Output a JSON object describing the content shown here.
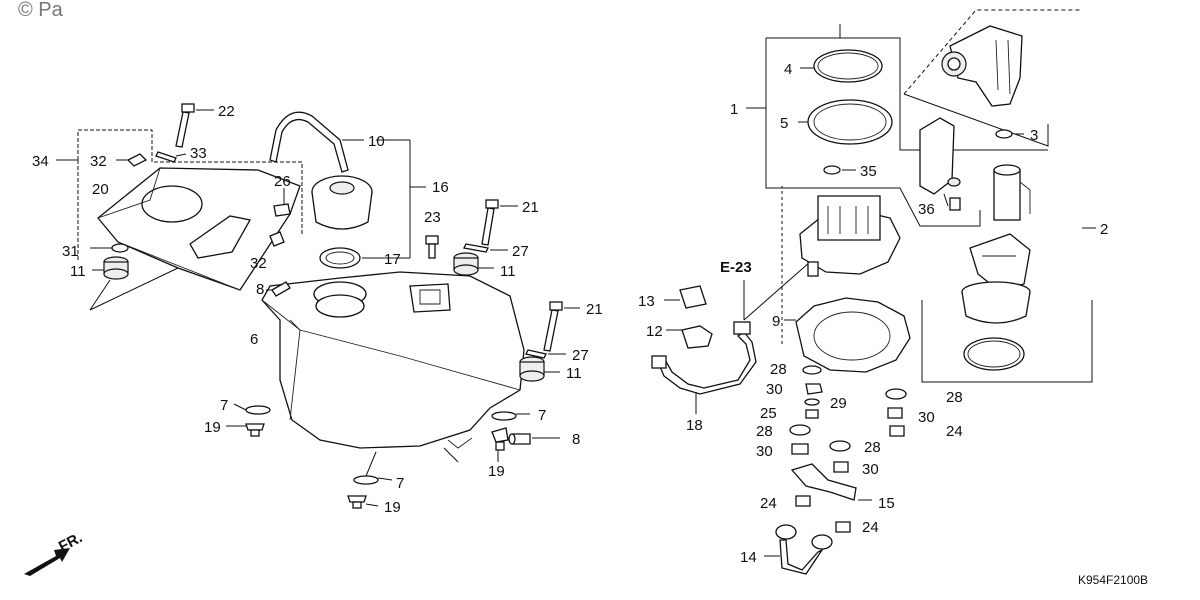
{
  "watermark": "© Pa",
  "reference_code": "K954F2100B",
  "section_ref": "E-23",
  "front_marker": "FR.",
  "callouts": {
    "c1": "1",
    "c2": "2",
    "c3": "3",
    "c4": "4",
    "c5": "5",
    "c6": "6",
    "c7a": "7",
    "c7b": "7",
    "c7c": "7",
    "c8a": "8",
    "c8b": "8",
    "c9": "9",
    "c10": "10",
    "c11a": "11",
    "c11b": "11",
    "c11c": "11",
    "c12": "12",
    "c13": "13",
    "c14": "14",
    "c15": "15",
    "c16": "16",
    "c17": "17",
    "c18": "18",
    "c19a": "19",
    "c19b": "19",
    "c19c": "19",
    "c20": "20",
    "c21a": "21",
    "c21b": "21",
    "c22": "22",
    "c23": "23",
    "c24a": "24",
    "c24b": "24",
    "c24c": "24",
    "c25": "25",
    "c26": "26",
    "c27a": "27",
    "c27b": "27",
    "c28a": "28",
    "c28b": "28",
    "c28c": "28",
    "c28d": "28",
    "c29": "29",
    "c30a": "30",
    "c30b": "30",
    "c30c": "30",
    "c30d": "30",
    "c31": "31",
    "c32a": "32",
    "c32b": "32",
    "c33": "33",
    "c34": "34",
    "c35": "35",
    "c36": "36"
  }
}
